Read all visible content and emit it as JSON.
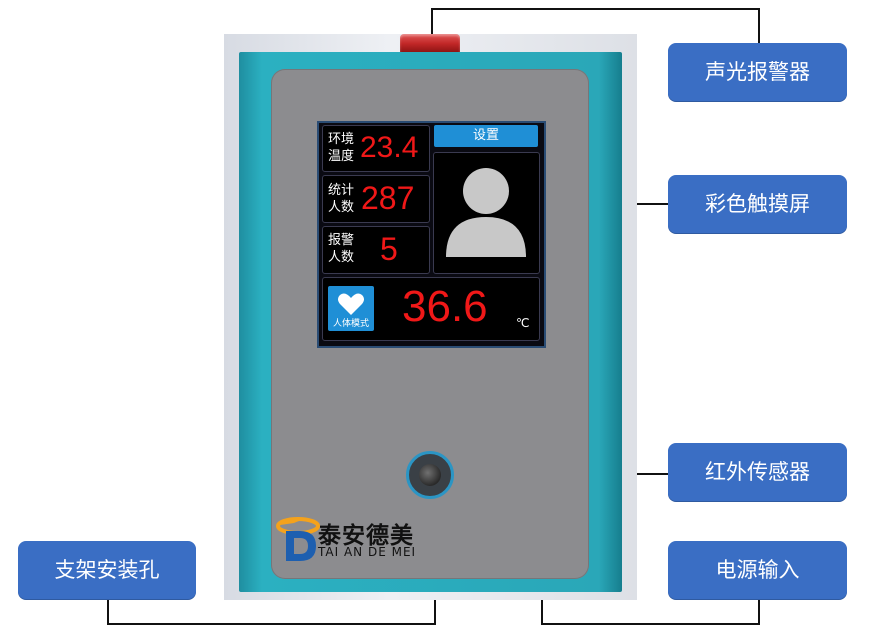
{
  "callouts": {
    "alarm": "声光报警器",
    "touchscreen": "彩色触摸屏",
    "ir_sensor": "红外传感器",
    "bracket": "支架安装孔",
    "power": "电源输入"
  },
  "screen": {
    "ambient_label_1": "环境",
    "ambient_label_2": "温度",
    "ambient_value": "23.4",
    "count_label_1": "统计",
    "count_label_2": "人数",
    "count_value": "287",
    "alarm_label_1": "报警",
    "alarm_label_2": "人数",
    "alarm_value": "5",
    "settings_button": "设置",
    "mode_label": "人体模式",
    "body_temp": "36.6",
    "unit": "℃"
  },
  "logo": {
    "name_cn": "泰安德美",
    "name_en": "TAI AN DE MEI"
  },
  "colors": {
    "callout_bg": "#3a6ec4",
    "readout_red": "#f01818",
    "device_teal": "#2aa7b8",
    "screen_accent": "#1f8fd6"
  }
}
